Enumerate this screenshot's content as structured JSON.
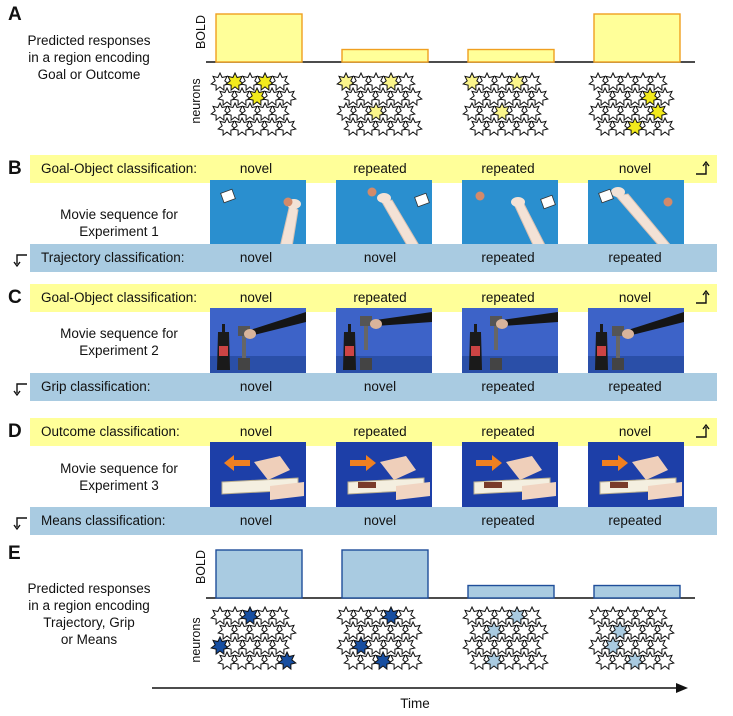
{
  "colors": {
    "goal_band": "#ffff99",
    "means_band": "#a9cbe1",
    "bold_yellow_fill": "#ffff99",
    "bold_yellow_stroke": "#f0a020",
    "bold_blue_fill": "#a9cbe1",
    "bold_blue_stroke": "#1f4e9a",
    "star_yellow": "#f2ea1c",
    "star_light_yellow": "#fbf58a",
    "star_dark_blue": "#174ea0",
    "star_light_blue": "#a9cbe1",
    "blue_backdrop": "#2a8fcf",
    "royal_backdrop": "#1d3fa8",
    "arrow_orange": "#f08020"
  },
  "panel_a": {
    "letter": "A",
    "caption_lines": [
      "Predicted responses",
      "in a region encoding",
      "Goal or Outcome"
    ],
    "bold_label": "BOLD",
    "neurons_label": "neurons",
    "bold_levels": [
      1,
      0.26,
      0.26,
      1
    ],
    "highlight": [
      "strong",
      "weak",
      "weak",
      "strong"
    ]
  },
  "panel_b": {
    "letter": "B",
    "top_label": "Goal-Object classification:",
    "top_values": [
      "novel",
      "repeated",
      "repeated",
      "novel"
    ],
    "caption_lines": [
      "Movie sequence for",
      "Experiment 1"
    ],
    "bottom_label": "Trajectory classification:",
    "bottom_values": [
      "novel",
      "novel",
      "repeated",
      "repeated"
    ]
  },
  "panel_c": {
    "letter": "C",
    "top_label": "Goal-Object classification:",
    "top_values": [
      "novel",
      "repeated",
      "repeated",
      "novel"
    ],
    "caption_lines": [
      "Movie sequence for",
      "Experiment 2"
    ],
    "bottom_label": "Grip classification:",
    "bottom_values": [
      "novel",
      "novel",
      "repeated",
      "repeated"
    ]
  },
  "panel_d": {
    "letter": "D",
    "top_label": "Outcome classification:",
    "top_values": [
      "novel",
      "repeated",
      "repeated",
      "novel"
    ],
    "caption_lines": [
      "Movie sequence for",
      "Experiment 3"
    ],
    "bottom_label": "Means classification:",
    "bottom_values": [
      "novel",
      "novel",
      "repeated",
      "repeated"
    ]
  },
  "panel_e": {
    "letter": "E",
    "caption_lines": [
      "Predicted responses",
      "in a region encoding",
      "Trajectory, Grip",
      "or Means"
    ],
    "bold_label": "BOLD",
    "neurons_label": "neurons",
    "bold_levels": [
      1,
      1,
      0.26,
      0.26
    ],
    "highlight": [
      "strong",
      "strong",
      "weak",
      "weak"
    ]
  },
  "time_label": "Time"
}
